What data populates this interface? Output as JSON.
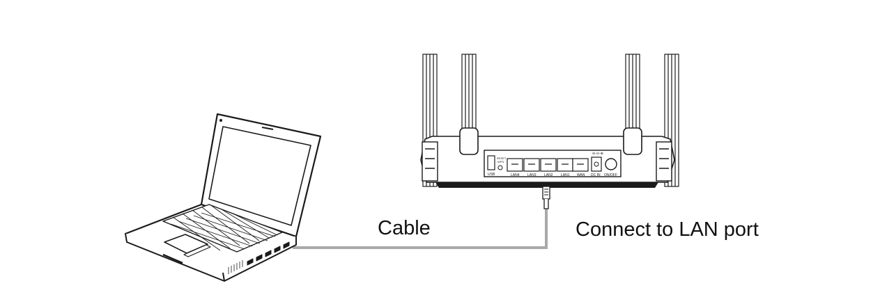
{
  "labels": {
    "cable": "Cable",
    "connect": "Connect to LAN port"
  },
  "router": {
    "port_labels": [
      "USB",
      "LAN4",
      "LAN3",
      "LAN2",
      "LAN1",
      "WAN",
      "DC IN",
      "ON/OFF"
    ],
    "reset_label": "RESET\nWPS"
  },
  "colors": {
    "cable": "#a9a9a9",
    "outline": "#1a1a1a",
    "body": "#ffffff"
  }
}
